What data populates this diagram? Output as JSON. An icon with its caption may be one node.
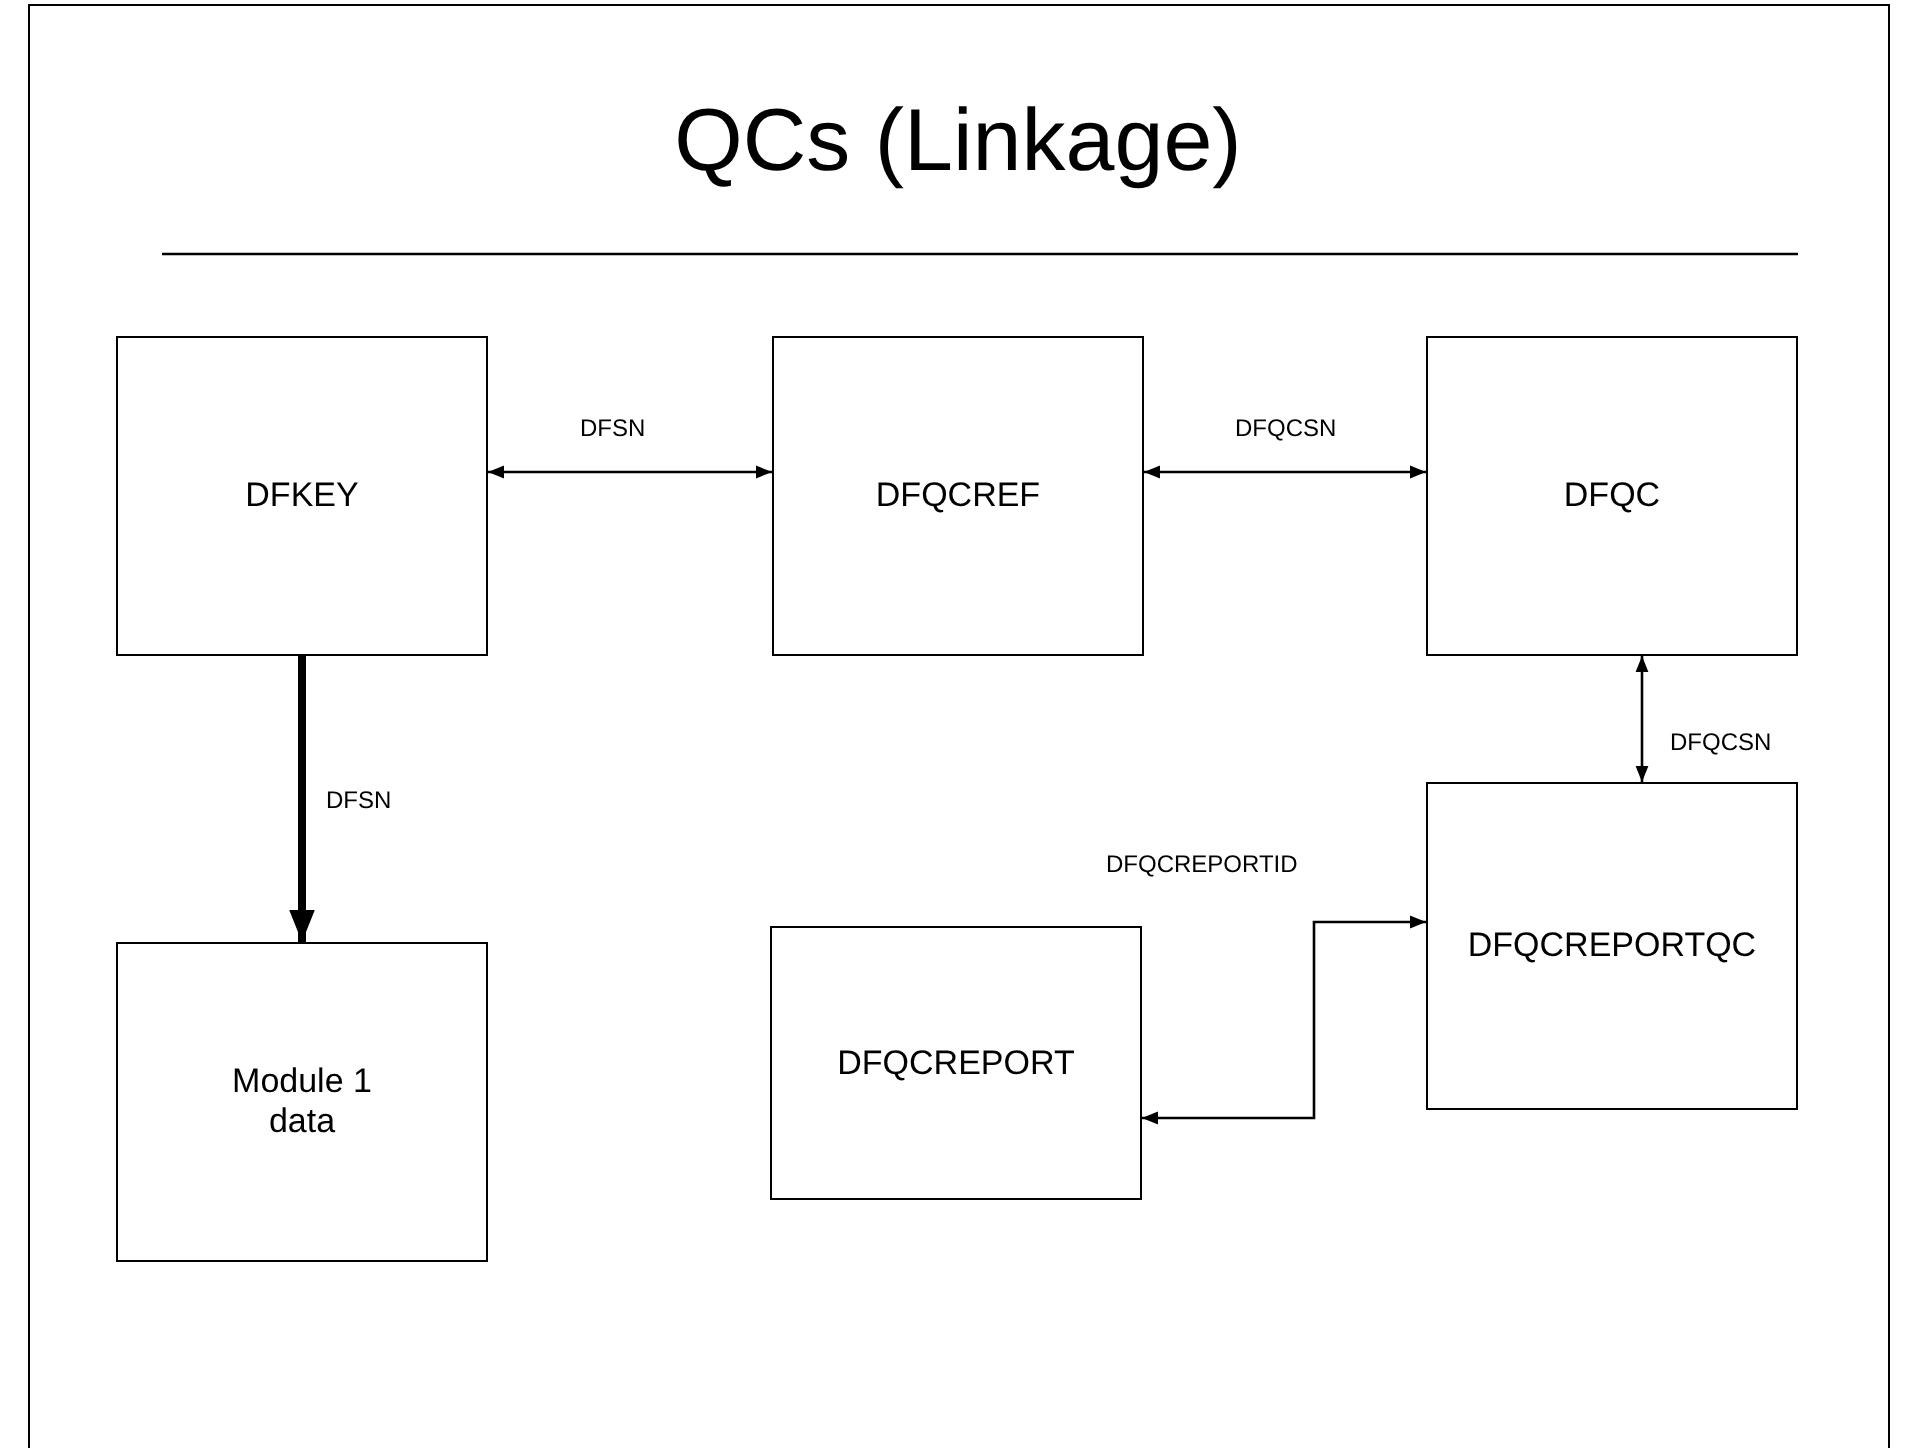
{
  "diagram": {
    "title": "QCs (Linkage)",
    "nodes": [
      {
        "text": [
          "DFKEY"
        ]
      },
      {
        "text": [
          "DFQCREF"
        ]
      },
      {
        "text": [
          "DFQC"
        ]
      },
      {
        "text": [
          "DFQCREPORTQC"
        ]
      },
      {
        "text": [
          "Module 1 data"
        ]
      },
      {
        "text": [
          "DFQCREPORT"
        ]
      }
    ],
    "edges": [
      {
        "from": 0,
        "to": 1,
        "arrow": "both",
        "label": "DFSN"
      },
      {
        "from": 1,
        "to": 2,
        "arrow": "both",
        "label": "DFQCSN"
      },
      {
        "from": 2,
        "to": 3,
        "arrow": "both",
        "label": "DFQCSN"
      },
      {
        "from": 0,
        "to": 4,
        "arrow": "to",
        "label": "DFSN",
        "style": "thick"
      },
      {
        "from": 3,
        "to": 5,
        "arrow": "both",
        "label": "DFQCREPORTID"
      }
    ]
  }
}
